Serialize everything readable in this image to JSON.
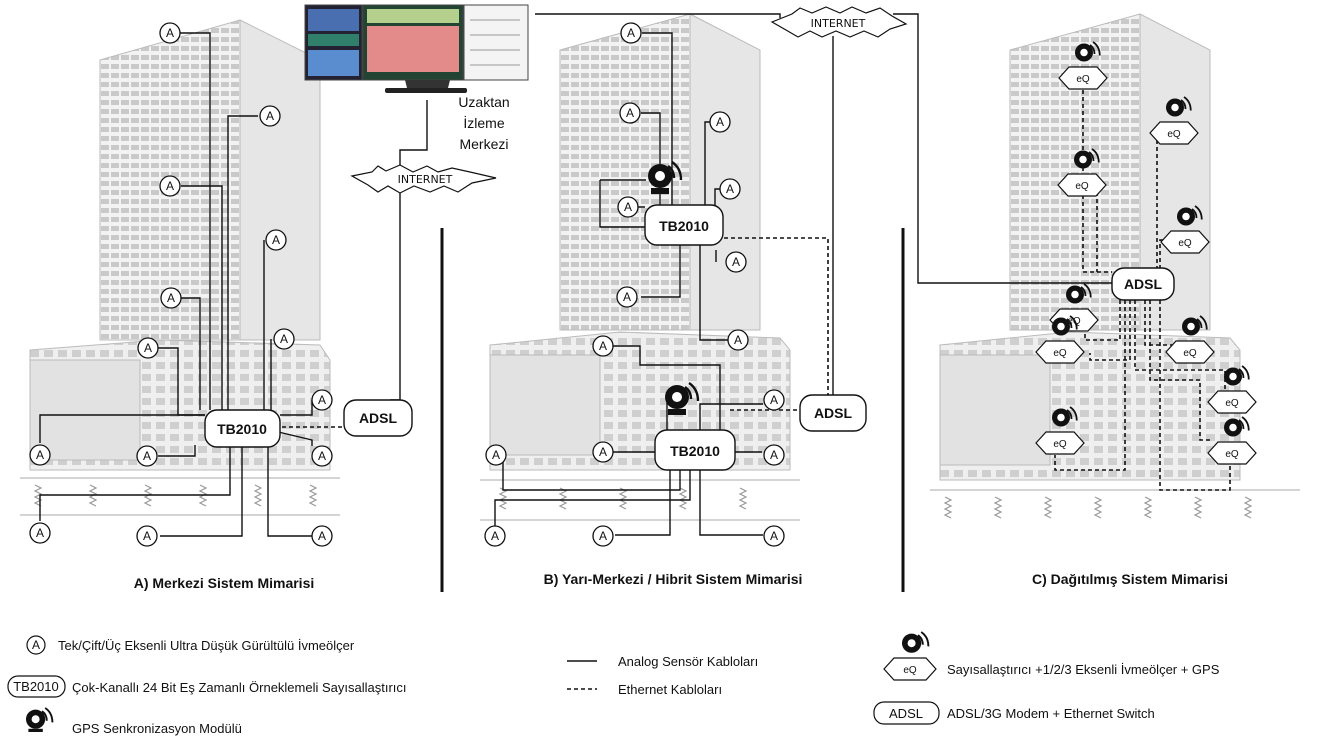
{
  "panels": {
    "a_caption": "A) Merkezi Sistem Mimarisi",
    "b_caption": "B) Yarı-Merkezi / Hibrit Sistem Mimarisi",
    "c_caption": "C) Dağıtılmış Sistem Mimarisi"
  },
  "nodes": {
    "sensor": "A",
    "digitizer": "TB2010",
    "modem": "ADSL",
    "internet": "INTERNET",
    "eq": "eQ"
  },
  "monitoring_center": {
    "line1": "Uzaktan",
    "line2": "İzleme",
    "line3": "Merkezi"
  },
  "legend": {
    "sensor_symbol": "A",
    "sensor": "Tek/Çift/Üç Eksenli  Ultra Düşük Gürültülü İvmeölçer",
    "digitizer_symbol": "TB2010",
    "digitizer": "Çok-Kanallı 24 Bit Eş Zamanlı Örneklemeli Sayısallaştırıcı",
    "gps": "GPS Senkronizasyon Modülü",
    "analog": "Analog Sensör Kabloları",
    "ethernet": "Ethernet Kabloları",
    "eq_symbol": "eQ",
    "eq": "Sayısallaştırıcı +1/2/3 Eksenli İvmeölçer + GPS",
    "modem_symbol": "ADSL",
    "modem": "ADSL/3G Modem + Ethernet Switch"
  }
}
